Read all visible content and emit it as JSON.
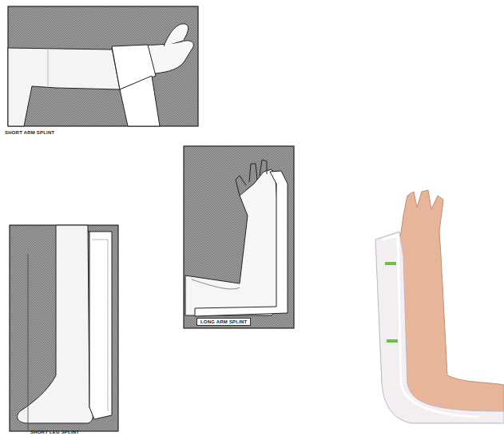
{
  "diagram": {
    "labels": [
      "SHORT ARM SPLINT",
      "LONG ARM SPLINT",
      "SHORT LEG SPLINT"
    ]
  }
}
